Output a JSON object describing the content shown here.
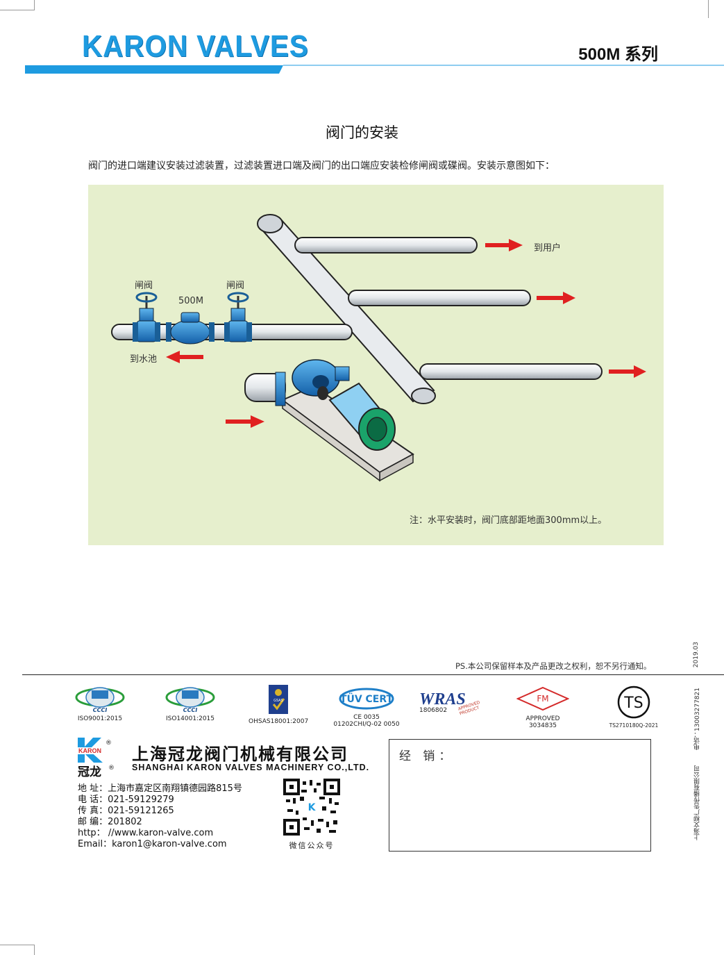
{
  "header": {
    "brand": "KARON VALVES",
    "series": "500M 系列"
  },
  "section": {
    "title": "阀门的安装",
    "intro": "阀门的进口端建议安装过滤装置，过滤装置进口端及阀门的出口端应安装检修闸阀或碟阀。安装示意图如下："
  },
  "diagram": {
    "labels": {
      "gate_valve_left": "闸阀",
      "gate_valve_right": "闸阀",
      "main_valve": "500M",
      "to_pool": "到水池",
      "to_user": "到用户"
    },
    "note": "注：水平安装时，阀门底部距地面300mm以上。",
    "colors": {
      "background": "#e6efcd",
      "pipe": "#d9dde2",
      "valve": "#1f7fc8",
      "arrow": "#e02020",
      "motor_green": "#1aa36a"
    }
  },
  "footer": {
    "ps_note": "PS.本公司保留样本及产品更改之权利，恕不另行通知。",
    "certifications": [
      {
        "logo_text": "CCCI",
        "label": "ISO9001:2015"
      },
      {
        "logo_text": "CCCI",
        "label": "ISO14001:2015"
      },
      {
        "logo_text": "GSAS",
        "label": "OHSAS18001:2007"
      },
      {
        "logo_text": "TÜV CERT",
        "label": "CE 0035",
        "label2": "01202CHI/Q-02 0050"
      },
      {
        "logo_text": "WRAS",
        "label": "1806802",
        "label2": "APPROVED PRODUCT"
      },
      {
        "logo_text": "FM",
        "label": "APPROVED",
        "label2": "3034835"
      },
      {
        "logo_text": "TS",
        "label": "TS2710180Q-2021"
      }
    ],
    "company": {
      "logo_letter": "K",
      "logo_word": "KARON",
      "logo_cn": "冠龙",
      "registered": "®",
      "name_cn": "上海冠龙阀门机械有限公司",
      "name_en": "SHANGHAI KARON VALVES MACHINERY CO.,LTD.",
      "address": "地 址：上海市嘉定区南翔镇德园路815号",
      "phone": "电 话：021-59129279",
      "fax": "传 真：021-59121265",
      "postcode": "邮 编：201802",
      "http": "http：   //www.karon-valve.com",
      "email": "Email：karon1@karon-valve.com",
      "qr_caption": "微信公众号"
    },
    "dealer_label": "经 销：",
    "side_date": "2019.03",
    "side_phone": "电话：13003277821",
    "side_printer": "上海文柳广告传播有限公司"
  }
}
